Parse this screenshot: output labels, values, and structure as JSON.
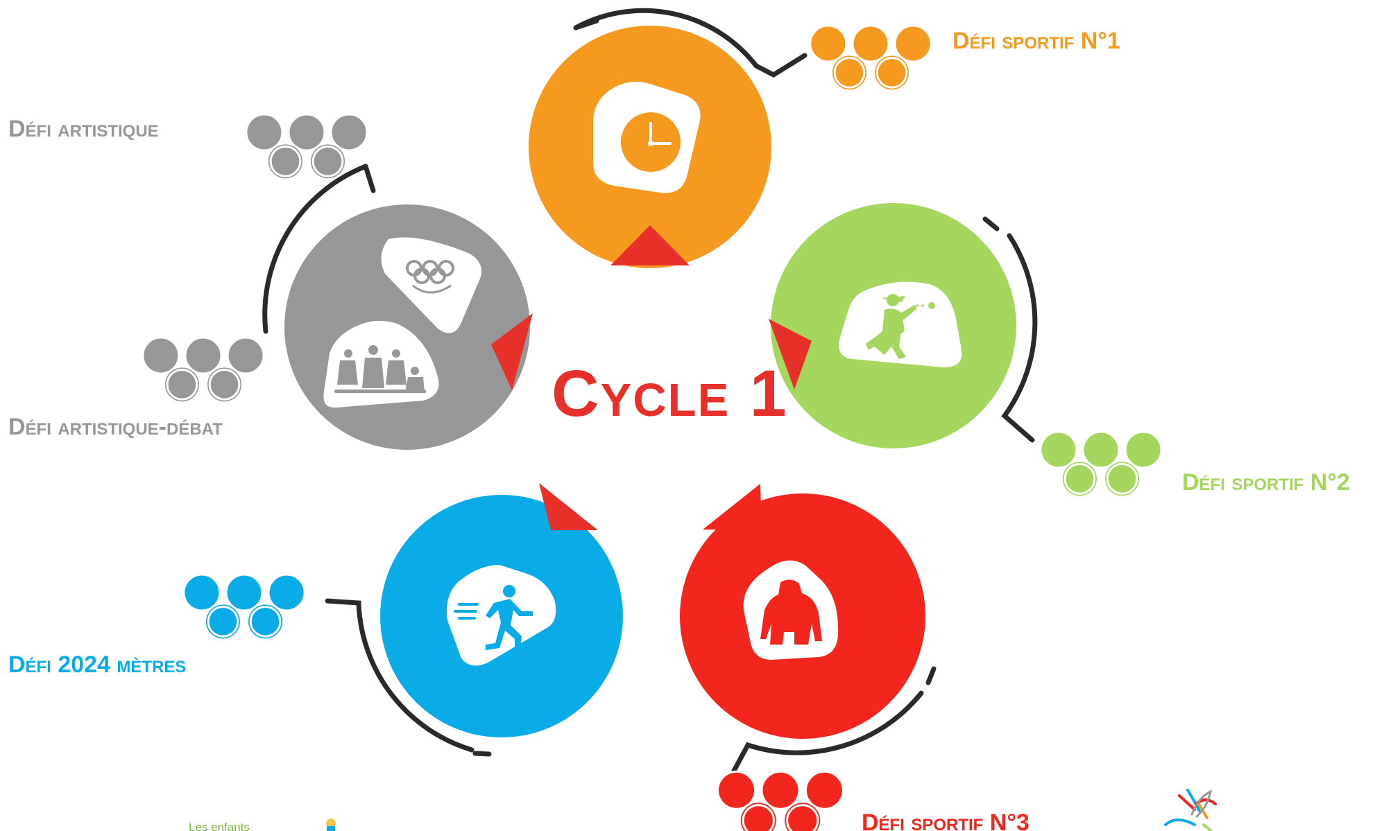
{
  "title": "Cycle 1",
  "colors": {
    "orange": "#F59A1E",
    "green": "#A5D65E",
    "red": "#F2261D",
    "blue": "#0AACE8",
    "grey": "#97979A",
    "dark_line": "#2A2A2A",
    "title_red": "#E8302A"
  },
  "challenges": [
    {
      "id": "sport1",
      "label": "Défi sportif N°1",
      "icon": "clock-icon",
      "color": "#F59A1E"
    },
    {
      "id": "sport2",
      "label": "Défi sportif N°2",
      "icon": "petanque-player-icon",
      "color": "#A5D65E"
    },
    {
      "id": "sport3",
      "label": "Défi sportif N°3",
      "icon": "gorilla-icon",
      "color": "#F2261D"
    },
    {
      "id": "metres",
      "label": "Défi 2024 mètres",
      "icon": "runner-icon",
      "color": "#0AACE8"
    },
    {
      "id": "artistique",
      "label": "Défi artistique",
      "icon": "olympic-laurel-icon",
      "color": "#97979A"
    },
    {
      "id": "debat",
      "label": "Défi artistique-débat",
      "icon": "group-discussion-icon",
      "color": "#97979A"
    }
  ],
  "logos": {
    "left_text": "Les enfants"
  }
}
